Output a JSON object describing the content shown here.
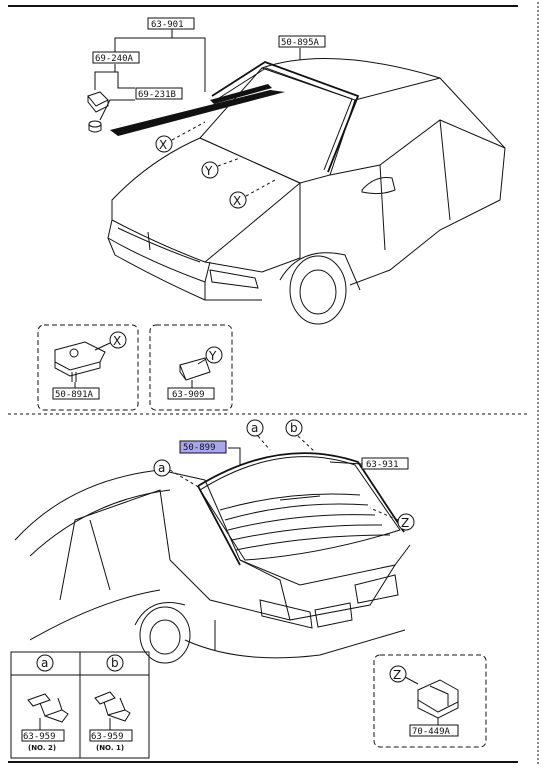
{
  "front": {
    "parts": {
      "p63901": "63-901",
      "p50895a": "50-895A",
      "p69240a": "69-240A",
      "p69231b": "69-231B"
    },
    "callouts": {
      "x": "X",
      "y": "Y"
    }
  },
  "detail_x": {
    "part": "50-891A",
    "callout": "X"
  },
  "detail_y": {
    "part": "63-909",
    "callout": "Y"
  },
  "rear": {
    "parts": {
      "p50899": "50-899",
      "p63931": "63-931"
    },
    "callouts": {
      "a": "a",
      "b": "b",
      "z": "Z"
    }
  },
  "detail_ab": {
    "a": {
      "callout": "a",
      "part": "63-959",
      "note": "(NO. 2)"
    },
    "b": {
      "callout": "b",
      "part": "63-959",
      "note": "(NO. 1)"
    }
  },
  "detail_z": {
    "part": "70-449A",
    "callout": "Z"
  },
  "colors": {
    "highlight": "#a9a6f0",
    "ink": "#111111"
  }
}
